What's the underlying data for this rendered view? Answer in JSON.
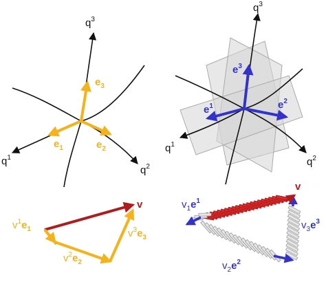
{
  "colors": {
    "orange": "#f5b21a",
    "blue": "#3333cc",
    "red": "#b01c1c",
    "black": "#111111",
    "plane": "#d6d6d6"
  },
  "panel_tl": {
    "axis_q1": "q",
    "axis_q1_idx": "1",
    "axis_q2": "q",
    "axis_q2_idx": "2",
    "axis_q3": "q",
    "axis_q3_idx": "3",
    "vec_e1": "e",
    "vec_e1_idx": "1",
    "vec_e2": "e",
    "vec_e2_idx": "2",
    "vec_e3": "e",
    "vec_e3_idx": "3"
  },
  "panel_tr": {
    "axis_q1": "q",
    "axis_q1_idx": "1",
    "axis_q2": "q",
    "axis_q2_idx": "2",
    "axis_q3": "q",
    "axis_q3_idx": "3",
    "vec_e1": "e",
    "vec_e1_idx": "1",
    "vec_e2": "e",
    "vec_e2_idx": "2",
    "vec_e3": "e",
    "vec_e3_idx": "3"
  },
  "panel_bl": {
    "v_label": "v",
    "comp1_coef": "v",
    "comp1_coef_idx": "1",
    "comp1_vec": "e",
    "comp1_vec_idx": "1",
    "comp2_coef": "v",
    "comp2_coef_idx": "2",
    "comp2_vec": "e",
    "comp2_vec_idx": "2",
    "comp3_coef": "v",
    "comp3_coef_idx": "3",
    "comp3_vec": "e",
    "comp3_vec_idx": "3"
  },
  "panel_br": {
    "v_label": "v",
    "comp1_coef": "v",
    "comp1_coef_idx": "1",
    "comp1_vec": "e",
    "comp1_vec_idx": "1",
    "comp2_coef": "v",
    "comp2_coef_idx": "2",
    "comp2_vec": "e",
    "comp2_vec_idx": "2",
    "comp3_coef": "v",
    "comp3_coef_idx": "3",
    "comp3_vec": "e",
    "comp3_vec_idx": "3"
  }
}
